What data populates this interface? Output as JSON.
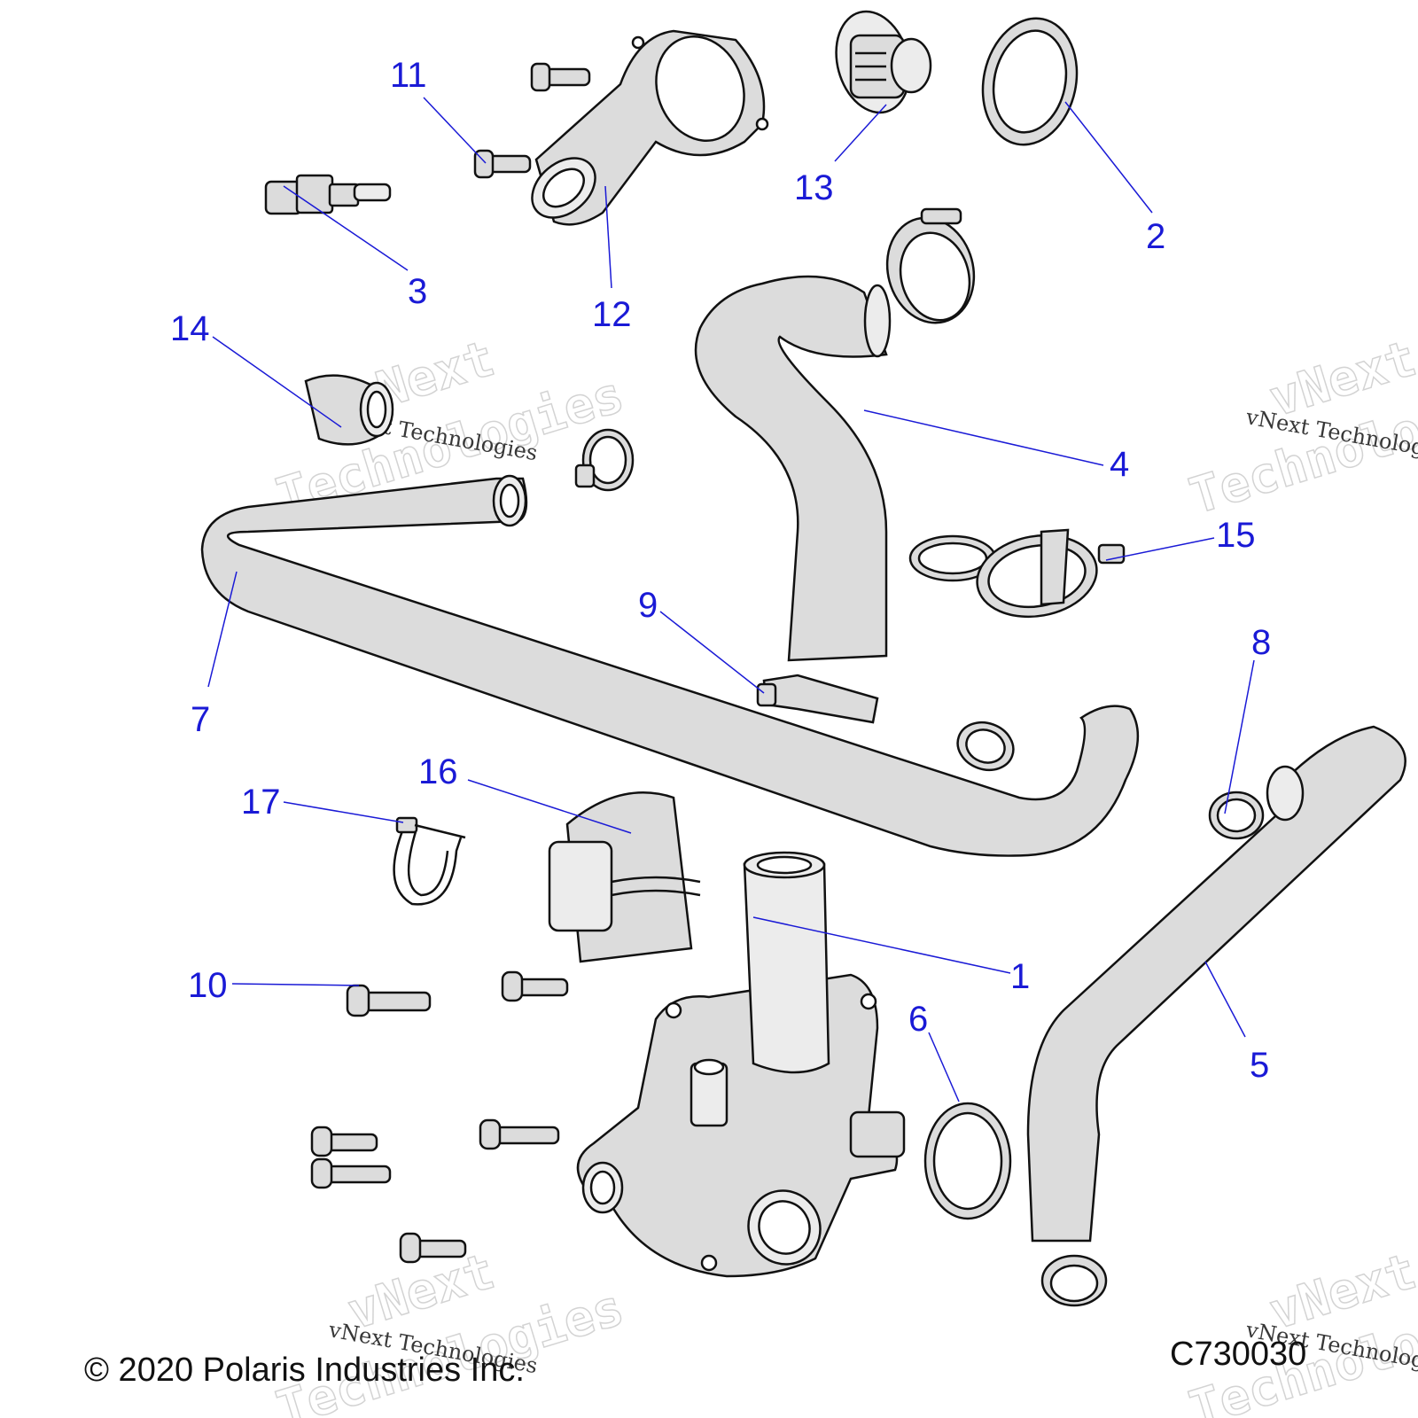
{
  "callouts": [
    "1",
    "2",
    "3",
    "4",
    "5",
    "6",
    "7",
    "8",
    "9",
    "10",
    "11",
    "12",
    "13",
    "14",
    "15",
    "16",
    "17"
  ],
  "watermark": {
    "brand_large": "vNext",
    "brand_large_2": "Technologies",
    "brand_small": "vNext Technologies"
  },
  "footer": {
    "copyright": "© 2020 Polaris Industries Inc.",
    "figure_code": "C730030"
  },
  "colors": {
    "callout": "#1a1ad6",
    "part_fill": "#dcdcdc",
    "outline": "#111111"
  }
}
